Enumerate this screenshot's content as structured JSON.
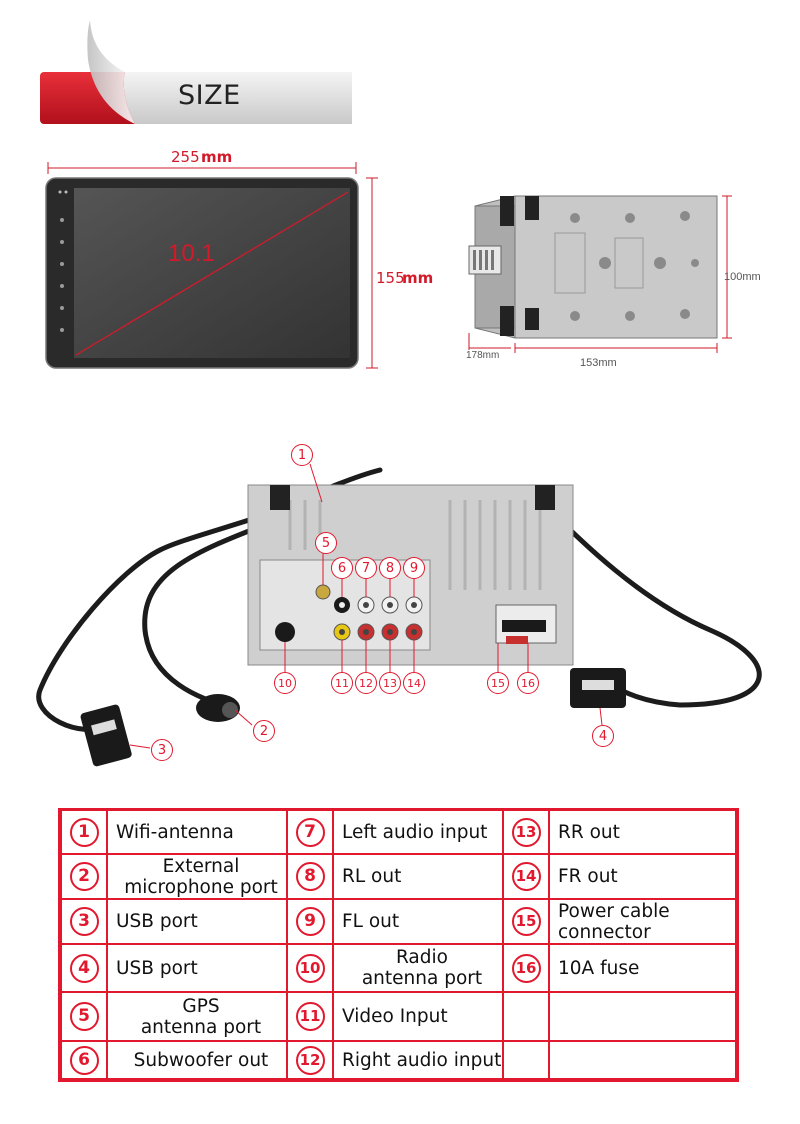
{
  "banner": {
    "title": "SIZE"
  },
  "dimensions": {
    "screen_width_value": "255",
    "screen_width_unit": "mm",
    "screen_diagonal": "10.1",
    "screen_height_value": "155",
    "screen_height_unit": "mm",
    "chassis_height": "100mm",
    "chassis_depth": "178mm",
    "chassis_width": "153mm"
  },
  "callouts": [
    "1",
    "2",
    "3",
    "4",
    "5",
    "6",
    "7",
    "8",
    "9",
    "10",
    "11",
    "12",
    "13",
    "14",
    "15",
    "16"
  ],
  "table": {
    "rows": [
      [
        {
          "num": "1",
          "label": "Wifi-antenna",
          "center": false
        },
        {
          "num": "7",
          "label": "Left audio input",
          "center": false
        },
        {
          "num": "13",
          "label": "RR out",
          "center": false
        }
      ],
      [
        {
          "num": "2",
          "label": "External\nmicrophone port",
          "center": true
        },
        {
          "num": "8",
          "label": "RL out",
          "center": false
        },
        {
          "num": "14",
          "label": "FR out",
          "center": false
        }
      ],
      [
        {
          "num": "3",
          "label": "USB port",
          "center": false
        },
        {
          "num": "9",
          "label": "FL out",
          "center": false
        },
        {
          "num": "15",
          "label": "Power cable\nconnector",
          "center": false
        }
      ],
      [
        {
          "num": "4",
          "label": "USB port",
          "center": false
        },
        {
          "num": "10",
          "label": "Radio\nantenna port",
          "center": true
        },
        {
          "num": "16",
          "label": "10A fuse",
          "center": false
        }
      ],
      [
        {
          "num": "5",
          "label": "GPS\nantenna port",
          "center": true
        },
        {
          "num": "11",
          "label": "Video Input",
          "center": false
        },
        {
          "num": "",
          "label": "",
          "center": false
        }
      ],
      [
        {
          "num": "6",
          "label": "Subwoofer out",
          "center": true
        },
        {
          "num": "12",
          "label": "Right audio input",
          "center": false
        },
        {
          "num": "",
          "label": "",
          "center": false
        }
      ]
    ]
  }
}
